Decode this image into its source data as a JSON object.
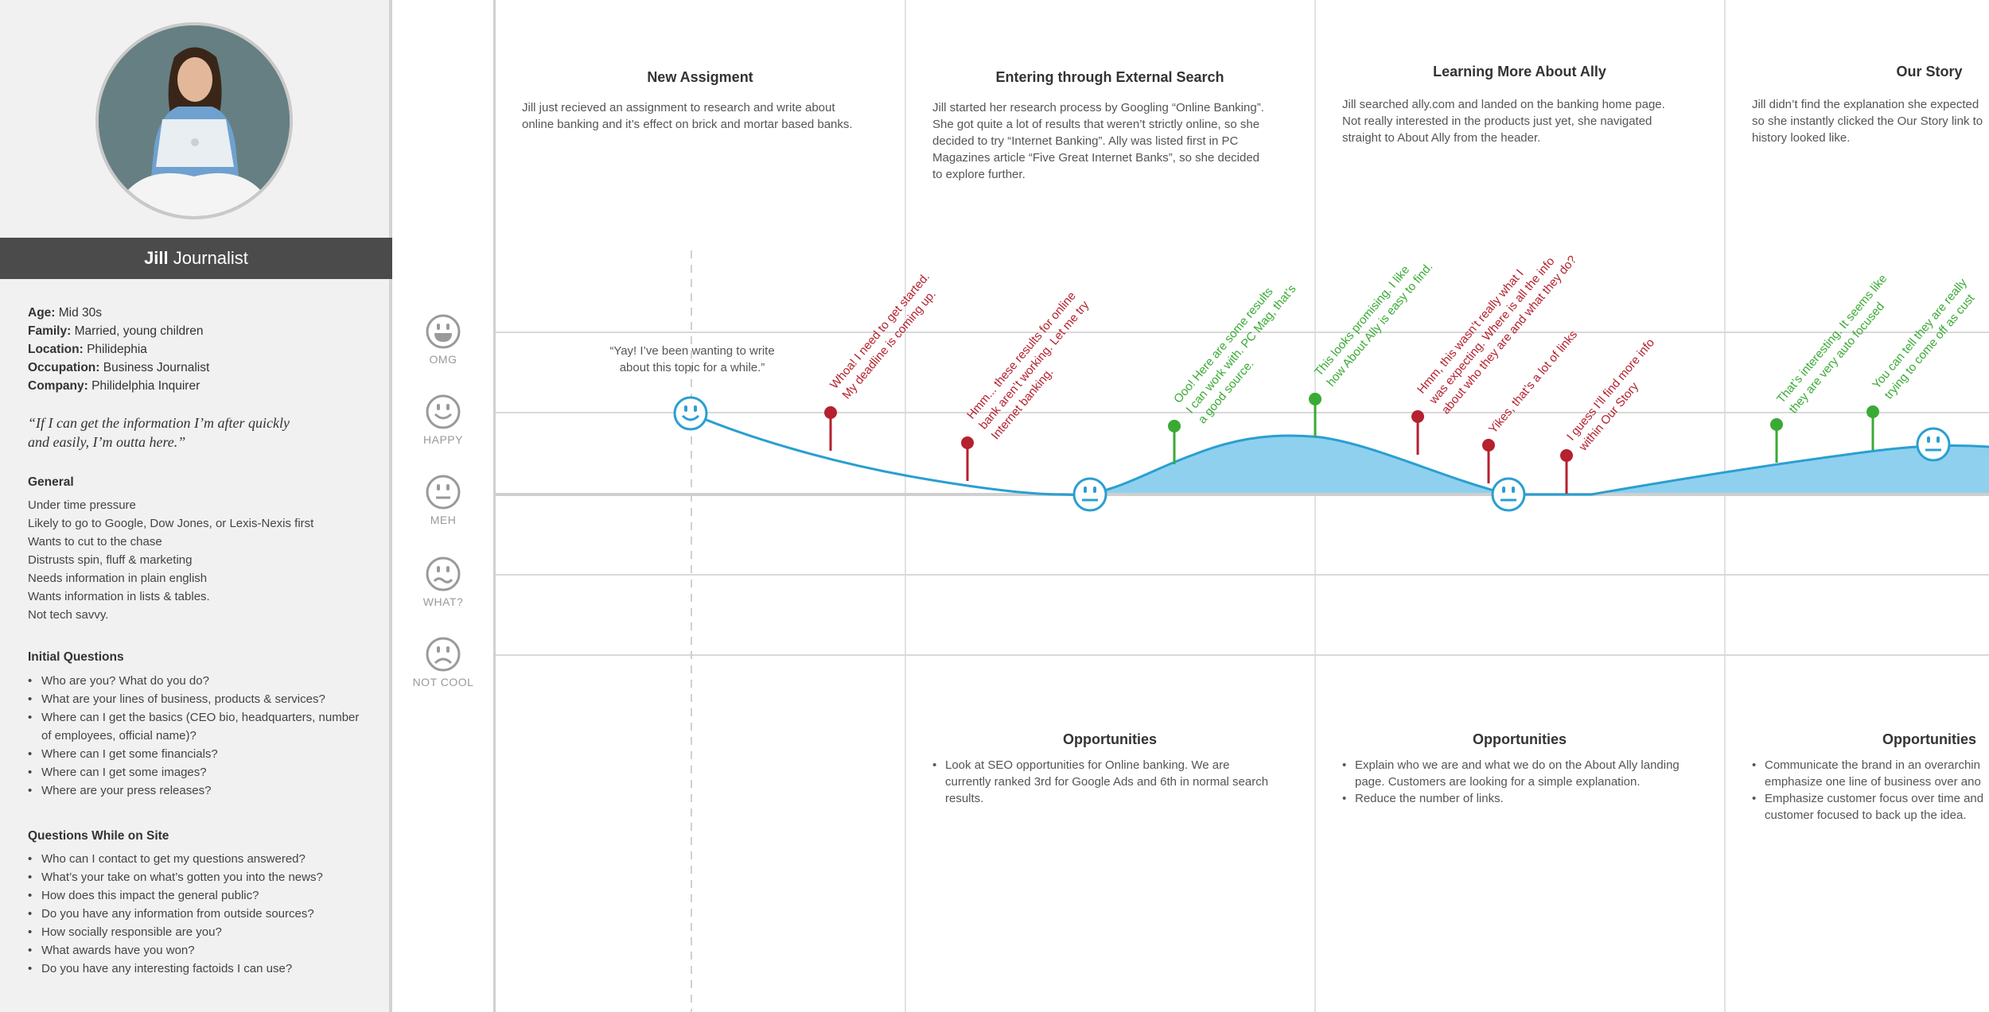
{
  "persona": {
    "first_name": "Jill",
    "last_name": "Journalist",
    "facts": [
      {
        "label": "Age:",
        "value": "Mid 30s"
      },
      {
        "label": "Family:",
        "value": "Married, young children"
      },
      {
        "label": "Location:",
        "value": "Philidephia"
      },
      {
        "label": "Occupation:",
        "value": "Business Journalist"
      },
      {
        "label": "Company:",
        "value": "Philidelphia Inquirer"
      }
    ],
    "quote_line1": "“If I can get the information I’m after quickly",
    "quote_line2": "and easily,  I’m outta here.”",
    "general_title": "General",
    "general": [
      "Under time pressure",
      "Likely to go to Google, Dow Jones, or Lexis-Nexis first",
      "Wants to cut to the chase",
      "Distrusts spin, fluff & marketing",
      "Needs information in plain english",
      "Wants information in lists & tables.",
      "Not tech savvy."
    ],
    "initial_title": "Initial Questions",
    "initial": [
      "Who are you? What do you do?",
      "What are your lines of business, products & services?",
      "Where can I get the basics (CEO bio, headquarters, number of employees, official name)?",
      "Where can I get some financials?",
      "Where can I get some images?",
      "Where are your press releases?"
    ],
    "onsite_title": "Questions While on Site",
    "onsite": [
      "Who can I contact to get my questions answered?",
      "What’s your take on what’s gotten you into the news?",
      "How does this impact the general public?",
      "Do you have any information from outside sources?",
      "How socially responsible are you?",
      "What awards have you won?",
      "Do you have any interesting factoids I can use?"
    ]
  },
  "emotions": [
    "OMG",
    "HAPPY",
    "MEH",
    "WHAT?",
    "NOT COOL"
  ],
  "stages": [
    {
      "title": "New Assigment",
      "desc": [
        "Jill just recieved an assignment to research and write about",
        "online banking and it’s effect on brick and mortar based banks."
      ]
    },
    {
      "title": "Entering through External Search",
      "desc": [
        "Jill started her research process by Googling “Online Banking”.",
        "She got quite a lot of results that weren’t strictly online, so she",
        "decided to try “Internet Banking”. Ally was listed first in PC",
        "Magazines article “Five Great Internet Banks”, so she decided",
        "to explore further."
      ]
    },
    {
      "title": "Learning More About Ally",
      "desc": [
        "Jill searched ally.com and landed on the banking home page.",
        "Not really interested in the products just yet, she navigated",
        "straight to About Ally from the header."
      ]
    },
    {
      "title": "Our Story",
      "desc": [
        "Jill didn’t find the explanation she expected",
        "so she instantly clicked the Our Story link to",
        "history looked like."
      ]
    }
  ],
  "start_quote": [
    "“Yay! I’ve been wanting to write",
    "about this topic for a while.”"
  ],
  "pins": [
    {
      "color": "red",
      "lines": [
        "Whoa! I need to get started.",
        "My deadline is coming up."
      ]
    },
    {
      "color": "red",
      "lines": [
        "Hmm... these results for online",
        "bank aren’t working. Let me try",
        "Internet banking."
      ]
    },
    {
      "color": "green",
      "lines": [
        "Ooo! Here are some results",
        "I can work with. PC Mag, that’s",
        "a good source."
      ]
    },
    {
      "color": "green",
      "lines": [
        "This looks promising. I like",
        "how About Ally is easy to find."
      ]
    },
    {
      "color": "red",
      "lines": [
        "Hmm, this wasn’t really what I",
        "was expecting. Where is all the info",
        "about who they are and what they do?"
      ]
    },
    {
      "color": "red",
      "lines": [
        "Yikes, that’s a lot of links"
      ]
    },
    {
      "color": "red",
      "lines": [
        "I guess I’ll find more info",
        "within Our Story"
      ]
    },
    {
      "color": "green",
      "lines": [
        "That’s interesting. It seems like",
        "they are very auto focused"
      ]
    },
    {
      "color": "green",
      "lines": [
        "You can tell they are really",
        "trying to come off as cust"
      ]
    }
  ],
  "opportunities": [
    {
      "title": "Opportunities",
      "items": [
        [
          "Look at SEO opportunities for Online banking. We are",
          "currently ranked 3rd for Google Ads and 6th in normal search",
          "results."
        ]
      ]
    },
    {
      "title": "Opportunities",
      "items": [
        [
          "Explain who we are and what we do on the About Ally landing",
          "page. Customers are looking for a simple explanation."
        ],
        [
          "Reduce the number of links."
        ]
      ]
    },
    {
      "title": "Opportunities",
      "items": [
        [
          "Communicate the brand in an overarchin",
          "emphasize one line of business over ano"
        ],
        [
          "Emphasize customer focus over time and",
          "customer focused to back up the idea."
        ]
      ]
    }
  ],
  "colors": {
    "red": "#b5212e",
    "green": "#3aaa35",
    "curve": "#2a9fd0",
    "fill": "#8fd0ef"
  }
}
